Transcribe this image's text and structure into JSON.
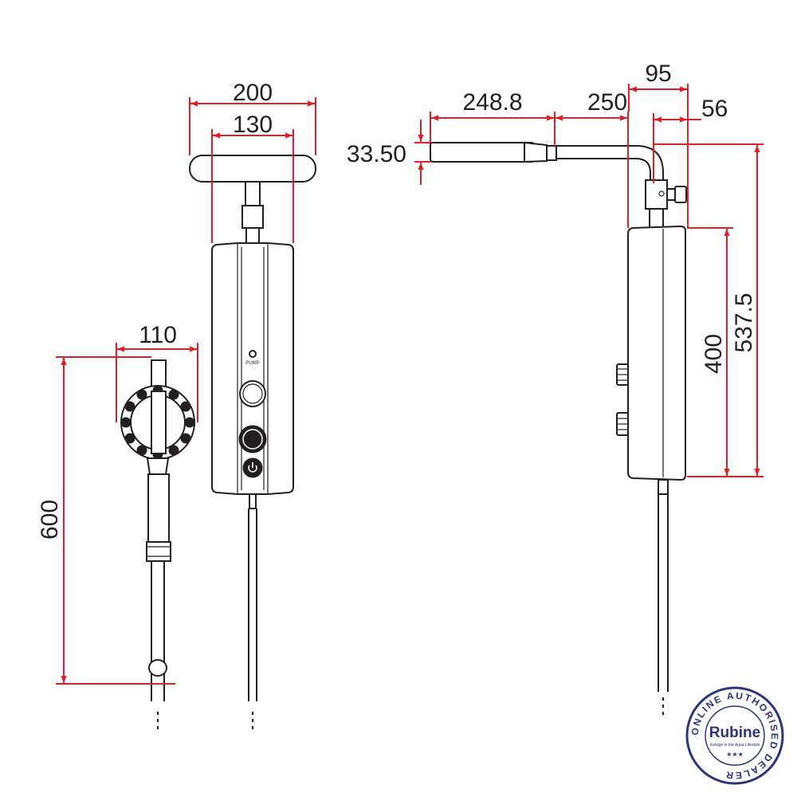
{
  "dimensions": {
    "front_total_width": "200",
    "front_panel_width": "130",
    "handset_width": "110",
    "handset_height": "600",
    "arm_length": "248.8",
    "arm_offset": "250",
    "arm_top": "95",
    "wall_offset": "56",
    "head_thickness": "33.50",
    "body_height": "400",
    "total_height": "537.5"
  },
  "unit_labels": {
    "pump_label": "PUMP"
  },
  "badge": {
    "brand": "Rubine",
    "tagline": "Indulge in the Aqua Lifestyle",
    "ring_text": "ONLINE AUTHORISED DEALER",
    "stars": "★★★"
  },
  "colors": {
    "dimension_line": "#e31e24",
    "drawing_line": "#231f20",
    "badge_blue": "#2a3580"
  },
  "icons": {
    "power": "power-icon"
  }
}
